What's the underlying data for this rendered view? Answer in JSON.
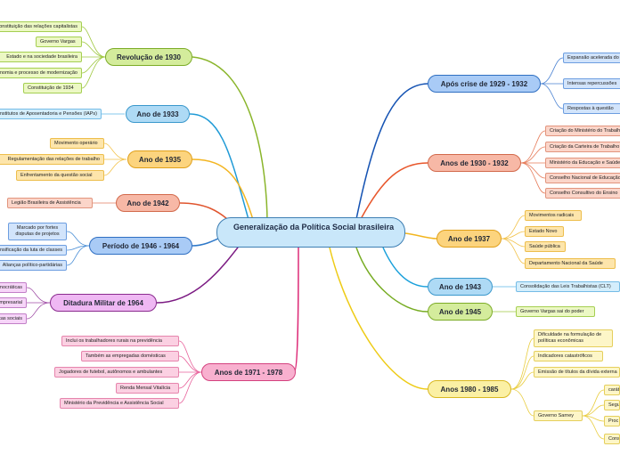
{
  "central": "Generalização da Política Social brasileira",
  "left": {
    "revolucao_1930": {
      "title": "Revolução de 1930",
      "items": [
        "Constituição das relações capitalistas",
        "Governo Vargas",
        "Estado e na sociedade brasileira",
        "Economia e processo de modernização",
        "Constituição de 1934"
      ]
    },
    "ano_1933": {
      "title": "Ano de 1933",
      "items": [
        "Institutos de Aposentadoria e Pensões (IAPs)"
      ]
    },
    "ano_1935": {
      "title": "Ano de 1935",
      "items": [
        "Movimento operário",
        "Regulamentação das relações de trabalho",
        "Enfrentamento da questão social"
      ]
    },
    "ano_1942": {
      "title": "Ano de 1942",
      "items": [
        "Legião Brasileira de Assistência"
      ]
    },
    "periodo_1946_1964": {
      "title": "Período de 1946 - 1964",
      "items": [
        "Marcado por fortes disputas de projetos",
        "Intensificação da luta de classes",
        "Alianças político-partidárias"
      ]
    },
    "ditadura_1964": {
      "title": "Ditadura Militar de 1964",
      "items": [
        "Instituições democráticas",
        "Empresarial",
        "Políticas sociais"
      ]
    },
    "anos_1971_1978": {
      "title": "Anos de 1971 - 1978",
      "items": [
        "Inclui os trabalhadores rurais na previdência",
        "Também as empregadas domésticas",
        "Jogadores de futebol, autônomos e ambulantes",
        "Renda Mensal Vitalícia",
        "Ministério da Previdência e Assistência Social"
      ]
    }
  },
  "right": {
    "apos_crise": {
      "title": "Após crise de 1929 - 1932",
      "items": [
        "Expansão acelerada do",
        "Intensas repercussões",
        "Respostas à questão"
      ]
    },
    "anos_1930_1932": {
      "title": "Anos de 1930 - 1932",
      "items": [
        "Criação do Ministério do Trabalho",
        "Criação da Carteira de Trabalho",
        "Ministério da Educação e Saúde",
        "Conselho Nacional de Educação",
        "Conselho Consultivo do Ensino"
      ]
    },
    "ano_1937": {
      "title": "Ano de 1937",
      "items": [
        "Movimentos radicais",
        "Estado Novo",
        "Saúde pública",
        "Departamento Nacional da Saúde"
      ]
    },
    "ano_1943": {
      "title": "Ano de 1943",
      "items": [
        "Consolidação das Leis Trabalhistas (CLT)"
      ]
    },
    "ano_1945": {
      "title": "Ano de 1945",
      "items": [
        "Governo Vargas sai do poder"
      ]
    },
    "anos_1980_1985": {
      "title": "Anos 1980 - 1985",
      "items": [
        "Dificuldade na formulação de políticas econômicas",
        "Indicadores catastróficos",
        "Emissão de títulos da dívida externa",
        "Governo Sarney"
      ],
      "sarney_items": [
        "caráter",
        "Seguro",
        "Proc",
        "Cons"
      ]
    }
  }
}
